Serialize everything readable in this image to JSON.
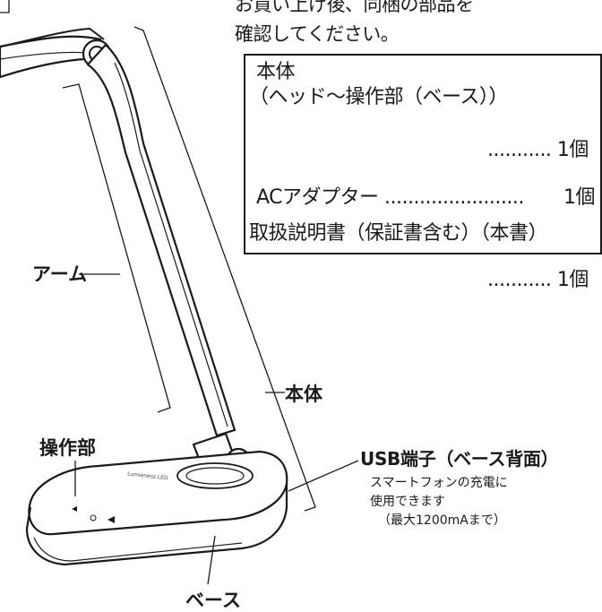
{
  "intro": {
    "line1": "お買い上げ後、同梱の部品を",
    "line2": "確認してください。"
  },
  "contents_box": {
    "body_title": "本体",
    "body_sub": "（ヘッド〜操作部（ベース））",
    "body_qty": "........... 1個",
    "ac_adapter": "ACアダプター ........................",
    "ac_qty": "1個",
    "manual": "取扱説明書（保証書含む）（本書）",
    "manual_qty": "........... 1個"
  },
  "labels": {
    "arm": "アーム",
    "body": "本体",
    "operation": "操作部",
    "base": "ベース",
    "usb_title": "USB端子（ベース背面）",
    "usb_note1": "スマートフォンの充電に",
    "usb_note2": "使用できます",
    "usb_note3": "（最大1200mAまで）",
    "brand": "Lumieness LED"
  }
}
